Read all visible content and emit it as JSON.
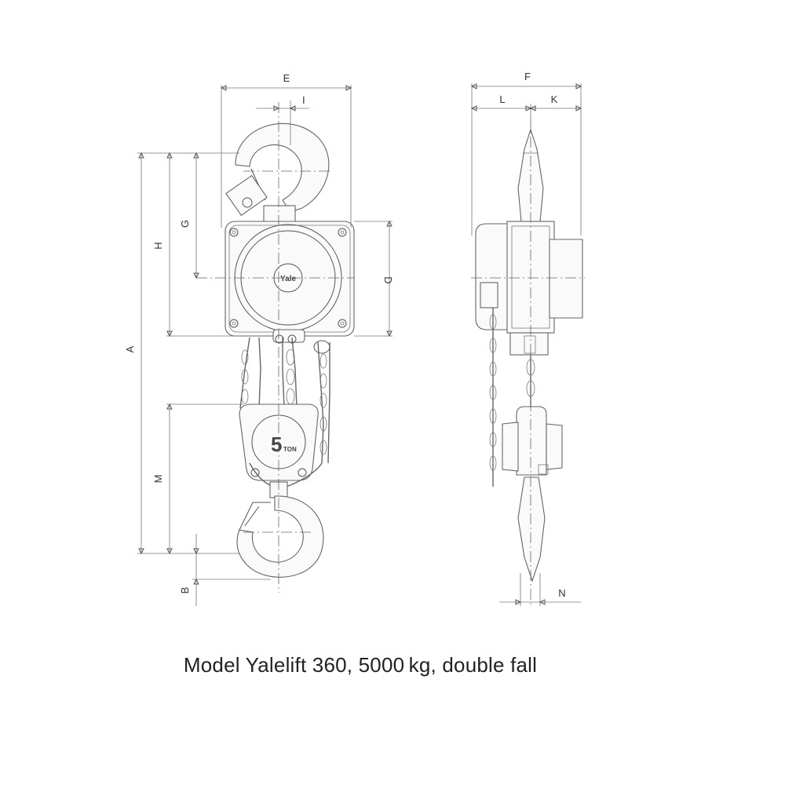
{
  "caption": "Model Yalelift 360, 5000 kg, double fall",
  "brand_logo_text": "Yale",
  "capacity_badge": {
    "number": "5",
    "unit": "TON"
  },
  "dimensions": {
    "A": "A",
    "B": "B",
    "D": "D",
    "E": "E",
    "F": "F",
    "G": "G",
    "H": "H",
    "I": "I",
    "K": "K",
    "L": "L",
    "M": "M",
    "N": "N"
  },
  "colors": {
    "line": "#555555",
    "background": "#ffffff"
  }
}
